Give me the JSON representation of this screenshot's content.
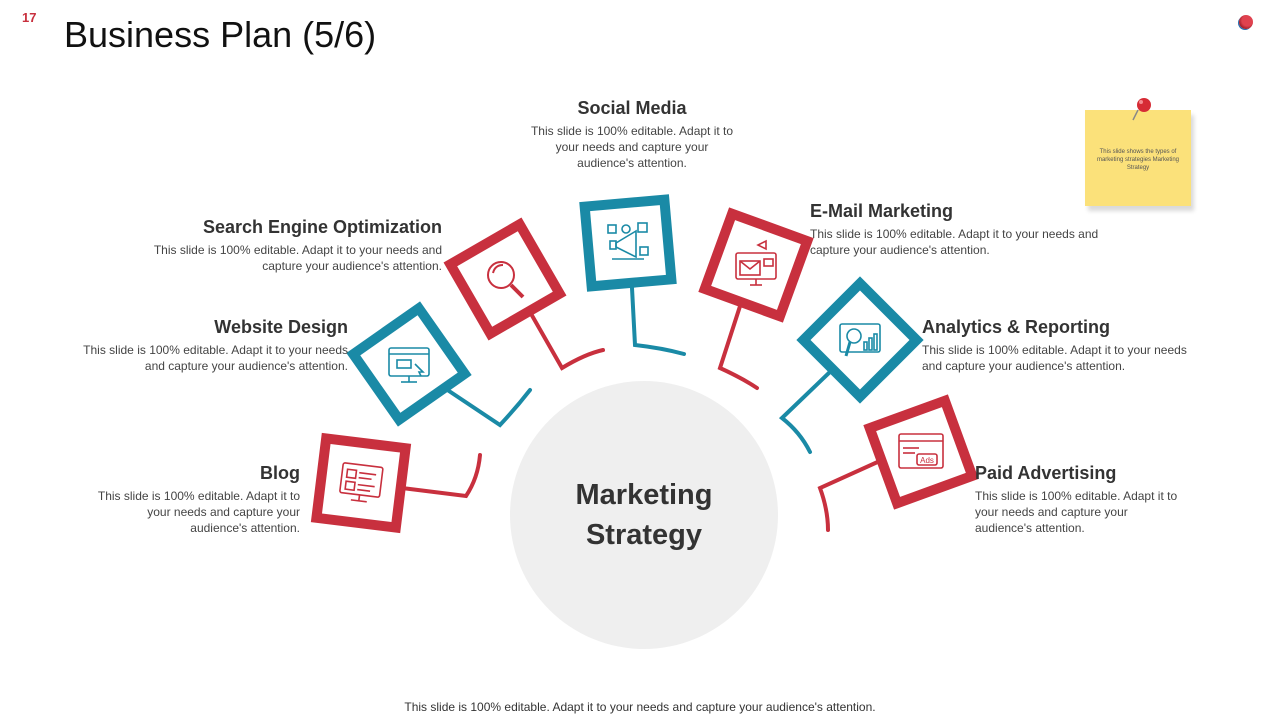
{
  "slide_number": "17",
  "title": "Business Plan (5/6)",
  "center_label_line1": "Marketing",
  "center_label_line2": "Strategy",
  "items": [
    {
      "title": "Blog",
      "text": "This slide is 100% editable. Adapt it to your needs and capture your audience's attention.",
      "color": "#c8303e",
      "icon": "blog-layout-icon"
    },
    {
      "title": "Website Design",
      "text": "This slide is 100% editable. Adapt it to your needs and capture your audience's attention.",
      "color": "#1a8aa6",
      "icon": "website-design-icon"
    },
    {
      "title": "Search Engine Optimization",
      "text": "This slide is 100% editable. Adapt it to your needs and capture your audience's attention.",
      "color": "#c8303e",
      "icon": "magnifier-icon"
    },
    {
      "title": "Social Media",
      "text": "This slide is 100% editable. Adapt it to your needs and capture your audience's attention.",
      "color": "#1a8aa6",
      "icon": "megaphone-icon"
    },
    {
      "title": "E-Mail Marketing",
      "text": "This slide is 100% editable. Adapt it to your needs and capture your audience's attention.",
      "color": "#c8303e",
      "icon": "email-monitor-icon"
    },
    {
      "title": "Analytics & Reporting",
      "text": "This slide is 100% editable. Adapt it to your needs and capture your audience's attention.",
      "color": "#1a8aa6",
      "icon": "analytics-icon"
    },
    {
      "title": "Paid Advertising",
      "text": "This slide is 100% editable. Adapt it to your needs and capture your audience's attention.",
      "color": "#c8303e",
      "icon": "ads-browser-icon"
    }
  ],
  "sticky_note": {
    "text": "This slide shows the types of marketing strategies Marketing Strategy"
  },
  "footer": "This slide is 100% editable. Adapt it to your needs and capture your audience's attention."
}
